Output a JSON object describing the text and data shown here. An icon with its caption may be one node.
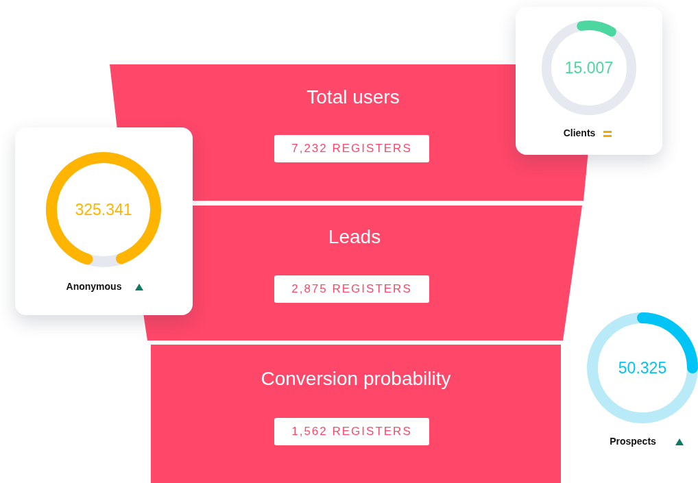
{
  "diagram": {
    "nodes": [
      {
        "text": [
          "15.007",
          "Clients"
        ]
      },
      {
        "text": [
          "Total users",
          "7,232 REGISTERS"
        ]
      },
      {
        "text": [
          "325.341",
          "Anonymous"
        ]
      },
      {
        "text": [
          "Leads",
          "2,875 REGISTERS"
        ]
      },
      {
        "text": [
          "50.325",
          "Prospects"
        ]
      },
      {
        "text": [
          "Conversion probability",
          "1,562 REGISTERS"
        ]
      }
    ]
  }
}
